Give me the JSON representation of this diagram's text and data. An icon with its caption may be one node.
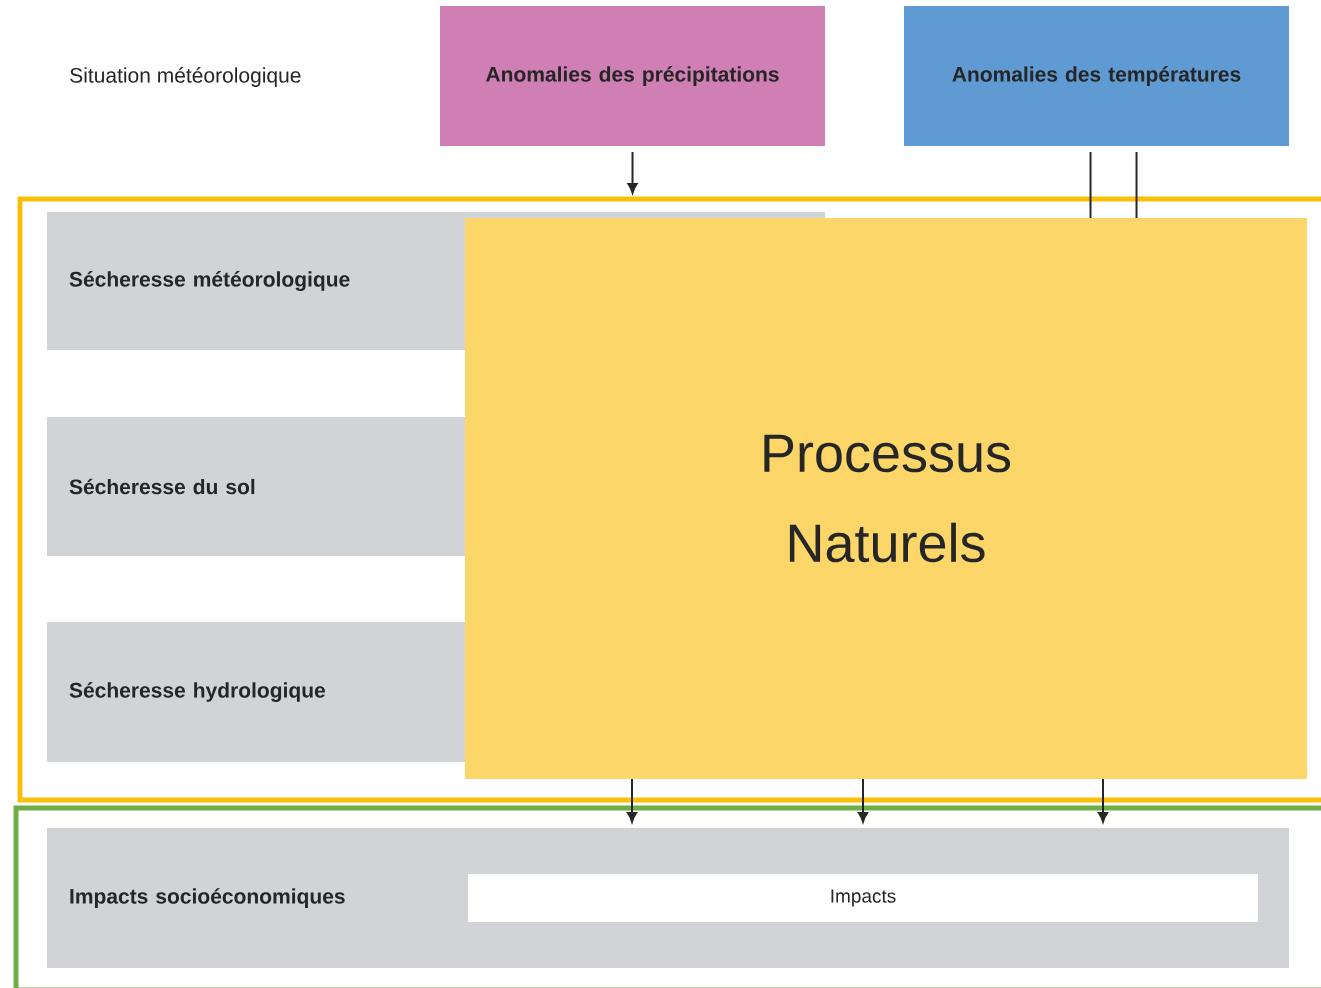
{
  "diagram": {
    "nodes": [
      {
        "text": [
          "Anomalies des précipitations"
        ]
      },
      {
        "text": [
          "Anomalies des températures"
        ]
      },
      {
        "text": [],
        "shape": "box"
      },
      {
        "text": [
          "Sécheresse météorologique"
        ],
        "in": 2
      },
      {
        "text": [
          "Sécheresse du sol"
        ],
        "in": 2
      },
      {
        "text": [
          "Sécheresse hydrologique"
        ],
        "in": 2
      },
      {
        "text": [
          "Processus Naturels"
        ],
        "in": 2
      },
      {
        "text": [],
        "shape": "box"
      },
      {
        "text": [
          "Impacts socioéconomiques"
        ],
        "in": 7
      },
      {
        "text": [
          "Impacts"
        ],
        "in": 8
      }
    ],
    "edges": [
      {
        "from": 0,
        "to": 2,
        "arrow": "to"
      },
      {
        "from": 1,
        "to": 6,
        "arrow": "none"
      },
      {
        "from": 1,
        "to": 6,
        "arrow": "none"
      },
      {
        "from": 6,
        "to": 8,
        "arrow": "to"
      },
      {
        "from": 6,
        "to": 8,
        "arrow": "to"
      },
      {
        "from": 6,
        "to": 8,
        "arrow": "to"
      }
    ],
    "labels": [
      "Situation météorologique"
    ]
  }
}
